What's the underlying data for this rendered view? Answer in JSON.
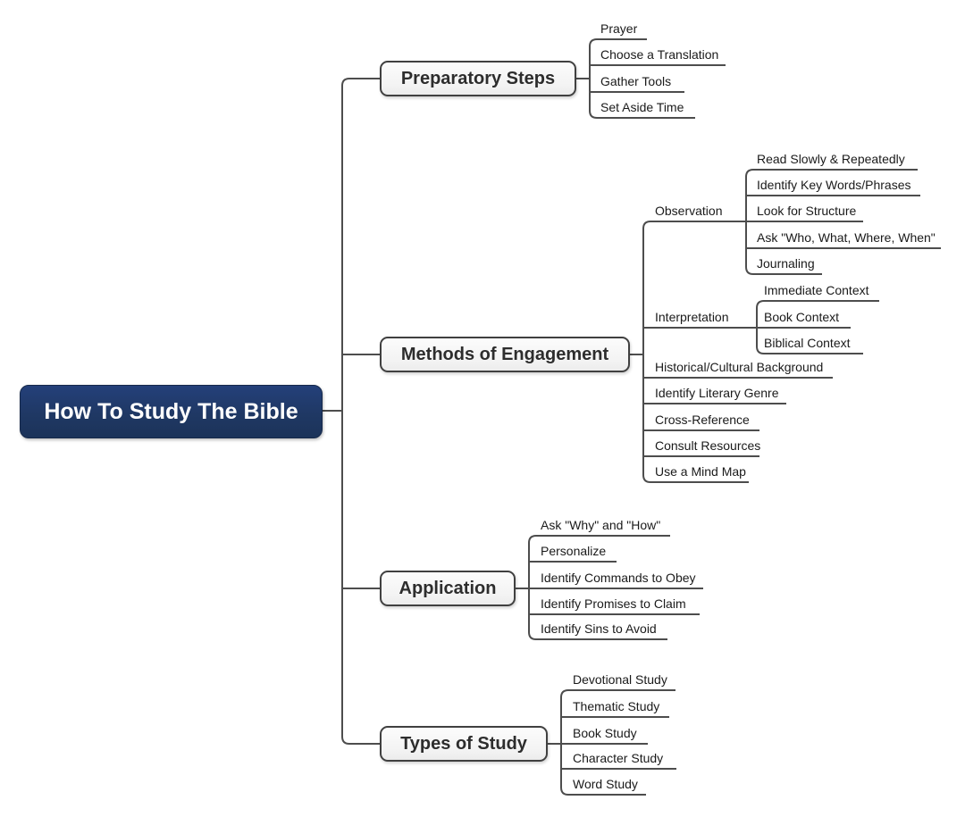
{
  "diagram": {
    "title": "How To Study The Bible mind map",
    "root": {
      "label": "How To Study The Bible"
    },
    "branches": [
      {
        "label": "Preparatory Steps",
        "children": [
          {
            "label": "Prayer"
          },
          {
            "label": "Choose a Translation"
          },
          {
            "label": "Gather Tools"
          },
          {
            "label": "Set Aside Time"
          }
        ]
      },
      {
        "label": "Methods of Engagement",
        "children": [
          {
            "label": "Observation",
            "children": [
              {
                "label": "Read Slowly & Repeatedly"
              },
              {
                "label": "Identify Key Words/Phrases"
              },
              {
                "label": "Look for Structure"
              },
              {
                "label": "Ask \"Who, What, Where, When\""
              },
              {
                "label": "Journaling"
              }
            ]
          },
          {
            "label": "Interpretation",
            "children": [
              {
                "label": "Immediate Context"
              },
              {
                "label": "Book Context"
              },
              {
                "label": "Biblical Context"
              }
            ]
          },
          {
            "label": "Historical/Cultural Background"
          },
          {
            "label": "Identify Literary Genre"
          },
          {
            "label": "Cross-Reference"
          },
          {
            "label": "Consult Resources"
          },
          {
            "label": "Use a Mind Map"
          }
        ]
      },
      {
        "label": "Application",
        "children": [
          {
            "label": "Ask \"Why\" and \"How\""
          },
          {
            "label": "Personalize"
          },
          {
            "label": "Identify Commands to Obey"
          },
          {
            "label": "Identify Promises to Claim"
          },
          {
            "label": "Identify Sins to Avoid"
          }
        ]
      },
      {
        "label": "Types of Study",
        "children": [
          {
            "label": "Devotional Study"
          },
          {
            "label": "Thematic Study"
          },
          {
            "label": "Book Study"
          },
          {
            "label": "Character Study"
          },
          {
            "label": "Word Study"
          }
        ]
      }
    ],
    "colors": {
      "background": "#ffffff",
      "root_bg": "#1f3864",
      "root_text": "#ffffff",
      "topic_bg": "#f6f6f6",
      "topic_border": "#404040",
      "connector": "#4d4d4d",
      "label_text": "#1a1a1a"
    }
  }
}
